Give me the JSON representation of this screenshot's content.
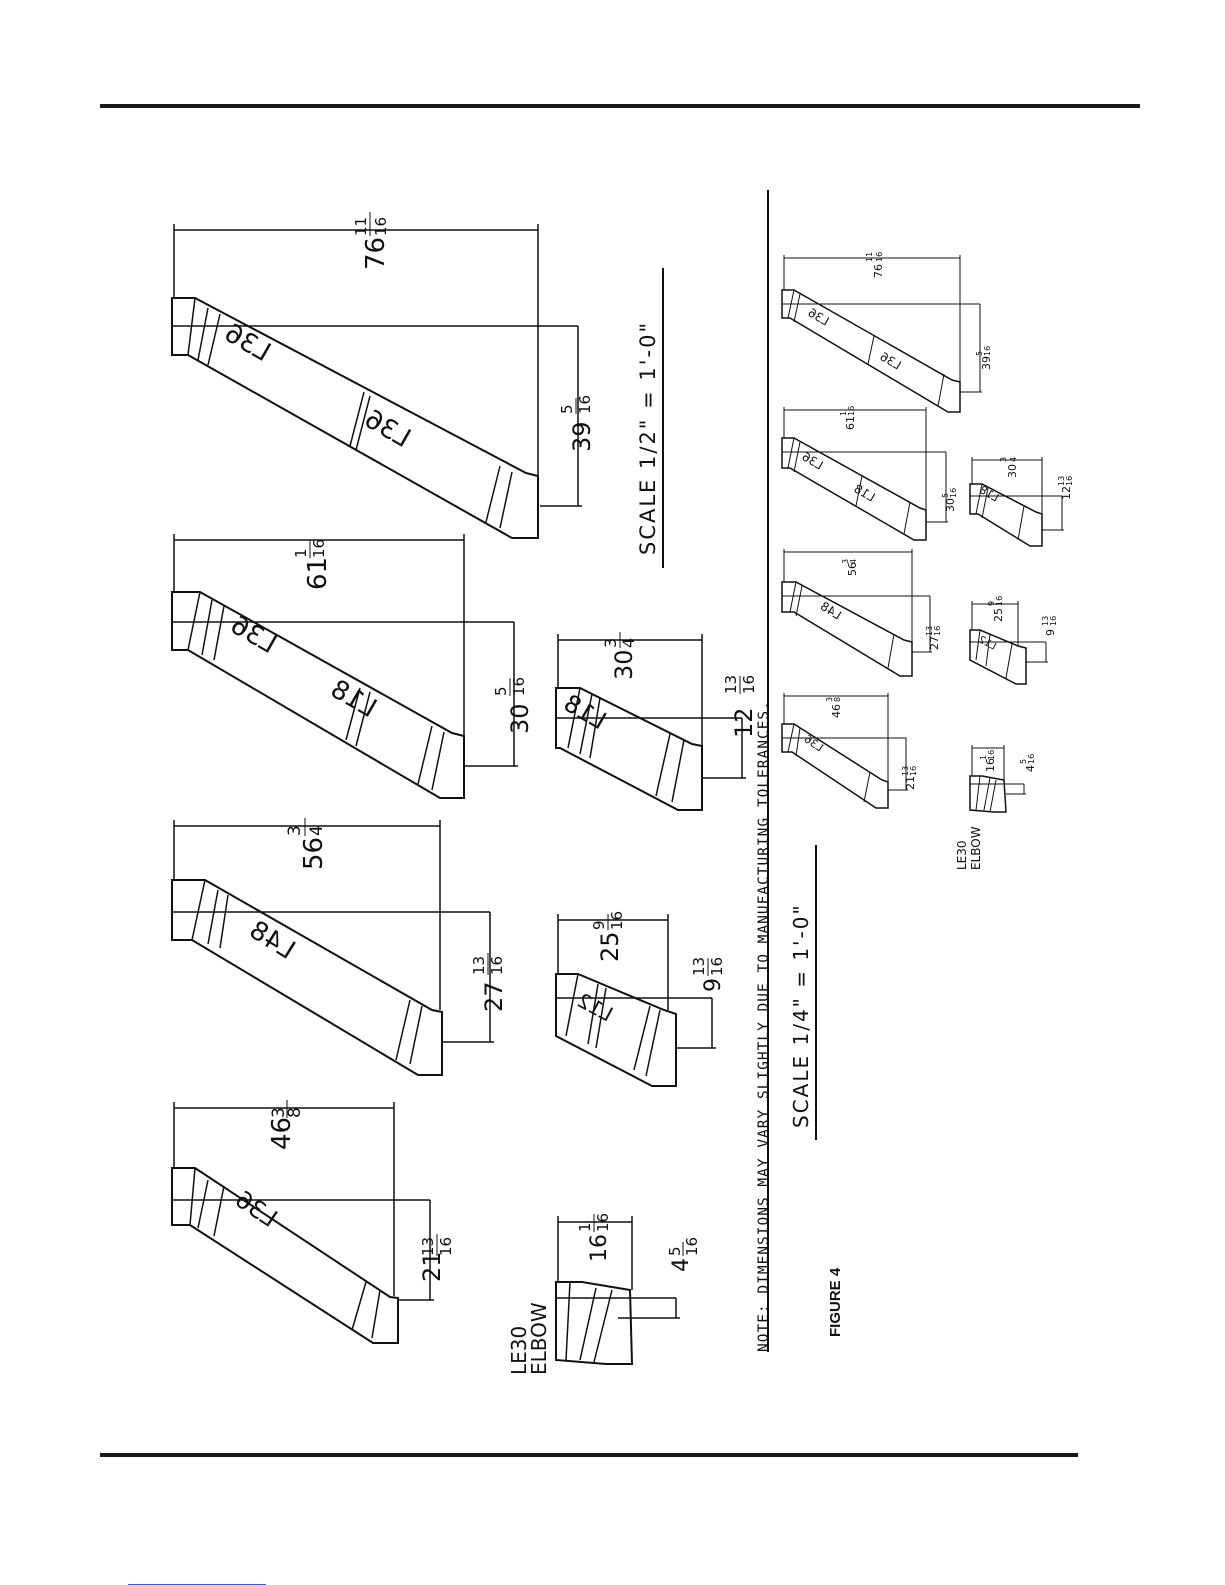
{
  "figure_label": "FIGURE 4",
  "note": "NOTE: DIMENSIONS MAY VARY SLIGHTLY DUE TO MANUFACTURING TOLERANCES.",
  "scales": {
    "half": "SCALE 1/2\" = 1'-0\"",
    "quarter": "SCALE 1/4\" = 1'-0\""
  },
  "elbow_label": [
    "LE30",
    "ELBOW"
  ],
  "assemblies": [
    {
      "id": "a1",
      "pieces": [
        "L36"
      ],
      "width": {
        "whole": "46",
        "num": "3",
        "den": "8"
      },
      "drop": {
        "whole": "21",
        "num": "13",
        "den": "16"
      }
    },
    {
      "id": "a2",
      "pieces": [
        "L48"
      ],
      "width": {
        "whole": "56",
        "num": "3",
        "den": "4"
      },
      "drop": {
        "whole": "27",
        "num": "13",
        "den": "16"
      }
    },
    {
      "id": "a3",
      "pieces": [
        "L36",
        "L18"
      ],
      "width": {
        "whole": "61",
        "num": "1",
        "den": "16"
      },
      "drop": {
        "whole": "30",
        "num": "5",
        "den": "16"
      }
    },
    {
      "id": "a4",
      "pieces": [
        "L36",
        "L36"
      ],
      "width": {
        "whole": "76",
        "num": "11",
        "den": "16"
      },
      "drop": {
        "whole": "39",
        "num": "5",
        "den": "16"
      }
    },
    {
      "id": "a5",
      "pieces": [],
      "width": {
        "whole": "16",
        "num": "1",
        "den": "16"
      },
      "drop": {
        "whole": "4",
        "num": "5",
        "den": "16"
      }
    },
    {
      "id": "a6",
      "pieces": [
        "L12"
      ],
      "width": {
        "whole": "25",
        "num": "9",
        "den": "16"
      },
      "drop": {
        "whole": "9",
        "num": "13",
        "den": "16"
      }
    },
    {
      "id": "a7",
      "pieces": [
        "L18"
      ],
      "width": {
        "whole": "30",
        "num": "3",
        "den": "4"
      },
      "drop": {
        "whole": "12",
        "num": "13",
        "den": "16"
      }
    }
  ]
}
